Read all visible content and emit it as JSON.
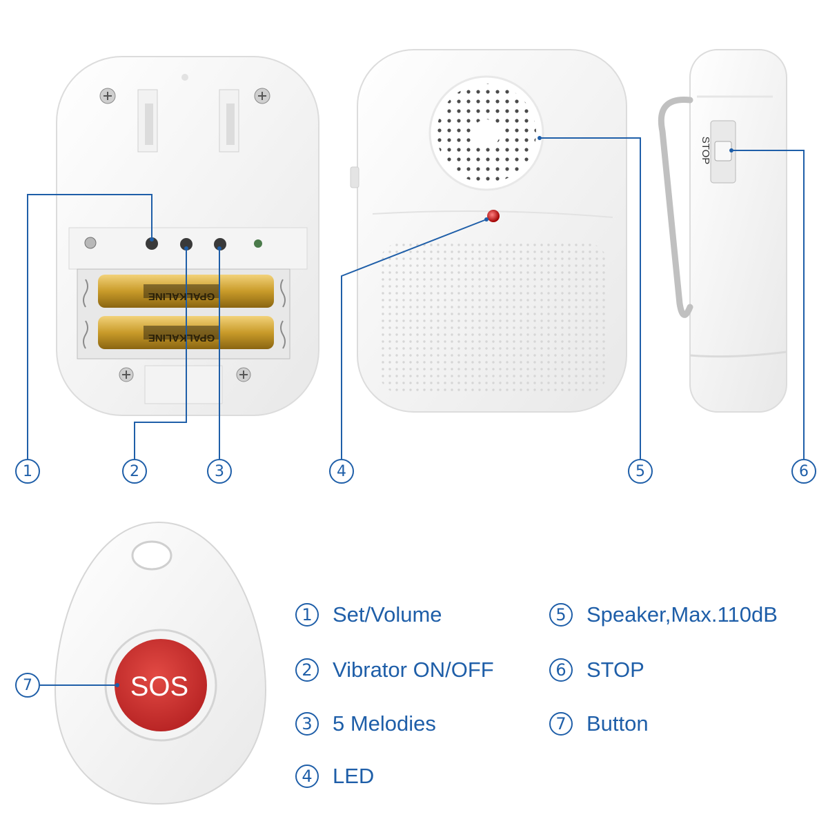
{
  "devices": {
    "receiver_back": {
      "battery_brand": "GPALKALINE"
    },
    "pager_side": {
      "stop_label": "STOP"
    },
    "sos_button": {
      "button_label": "SOS"
    }
  },
  "callouts": [
    "1",
    "2",
    "3",
    "4",
    "5",
    "6",
    "7"
  ],
  "legend": [
    {
      "num": "1",
      "text": "Set/Volume"
    },
    {
      "num": "2",
      "text": "Vibrator ON/OFF"
    },
    {
      "num": "3",
      "text": "5 Melodies"
    },
    {
      "num": "4",
      "text": "LED"
    },
    {
      "num": "5",
      "text": "Speaker,Max.110dB"
    },
    {
      "num": "6",
      "text": "STOP"
    },
    {
      "num": "7",
      "text": "Button"
    }
  ],
  "colors": {
    "accent": "#1e5ea8",
    "sos_red": "#d12f2f",
    "device_white": "#f7f7f7",
    "battery_gold": "#c99b2a"
  }
}
